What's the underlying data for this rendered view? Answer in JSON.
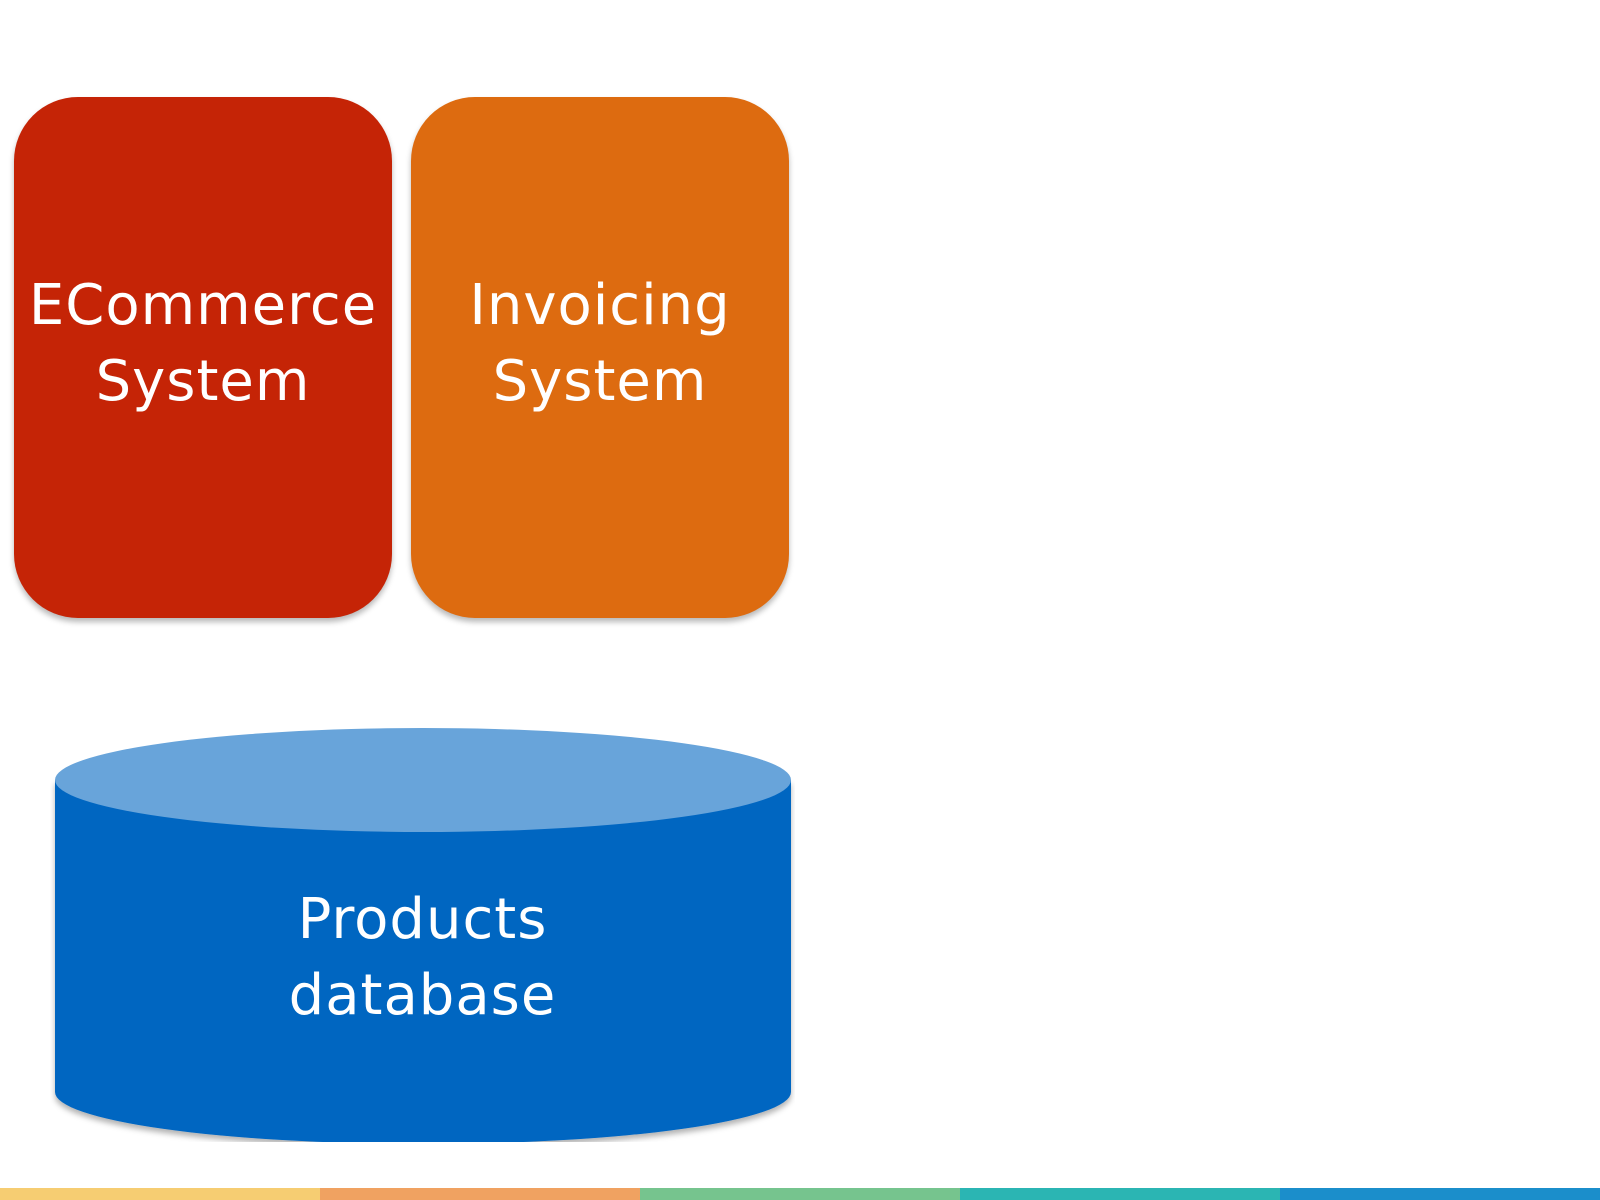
{
  "systems": [
    {
      "label": "ECommerce\nSystem",
      "color": "#c52406"
    },
    {
      "label": "Invoicing\nSystem",
      "color": "#dd6b10"
    }
  ],
  "database": {
    "label": "Products\ndatabase",
    "body_color": "#0566c1",
    "top_color": "#68a4da"
  },
  "footer_colors": [
    "#f6cd72",
    "#f0a261",
    "#76c48e",
    "#2bb5b3",
    "#1b8ecb"
  ]
}
